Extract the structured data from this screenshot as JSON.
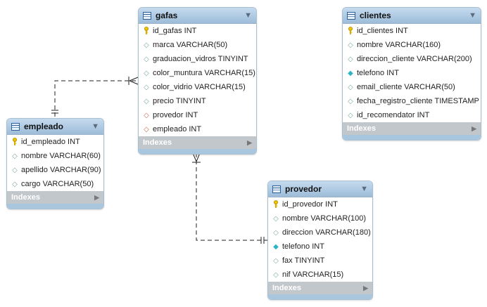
{
  "tables": {
    "gafas": {
      "name": "gafas",
      "indexes_label": "Indexes",
      "columns": [
        {
          "text": "id_gafas INT",
          "icon": "primary-key-icon"
        },
        {
          "text": "marca VARCHAR(50)",
          "icon": "column-diamond-icon"
        },
        {
          "text": "graduacion_vidros TINYINT",
          "icon": "column-diamond-icon"
        },
        {
          "text": "color_muntura VARCHAR(15)",
          "icon": "column-diamond-icon"
        },
        {
          "text": "color_vidrio VARCHAR(15)",
          "icon": "column-diamond-icon"
        },
        {
          "text": "precio TINYINT",
          "icon": "column-diamond-icon"
        },
        {
          "text": "provedor INT",
          "icon": "foreign-key-diamond-icon"
        },
        {
          "text": "empleado INT",
          "icon": "foreign-key-diamond-icon"
        }
      ]
    },
    "clientes": {
      "name": "clientes",
      "indexes_label": "Indexes",
      "columns": [
        {
          "text": "id_clientes INT",
          "icon": "primary-key-icon"
        },
        {
          "text": "nombre VARCHAR(160)",
          "icon": "column-diamond-icon"
        },
        {
          "text": "direccion_cliente VARCHAR(200)",
          "icon": "column-diamond-icon"
        },
        {
          "text": "telefono INT",
          "icon": "not-null-diamond-icon"
        },
        {
          "text": "email_cliente VARCHAR(50)",
          "icon": "column-diamond-icon"
        },
        {
          "text": "fecha_registro_cliente TIMESTAMP",
          "icon": "column-diamond-icon"
        },
        {
          "text": "id_recomendator INT",
          "icon": "column-diamond-icon"
        }
      ]
    },
    "empleado": {
      "name": "empleado",
      "indexes_label": "Indexes",
      "columns": [
        {
          "text": "id_empleado INT",
          "icon": "primary-key-icon"
        },
        {
          "text": "nombre VARCHAR(60)",
          "icon": "column-diamond-icon"
        },
        {
          "text": "apellido VARCHAR(90)",
          "icon": "column-diamond-icon"
        },
        {
          "text": "cargo VARCHAR(50)",
          "icon": "column-diamond-icon"
        }
      ]
    },
    "provedor": {
      "name": "provedor",
      "indexes_label": "Indexes",
      "columns": [
        {
          "text": "id_provedor INT",
          "icon": "primary-key-icon"
        },
        {
          "text": "nombre VARCHAR(100)",
          "icon": "column-diamond-icon"
        },
        {
          "text": "direccion VARCHAR(180)",
          "icon": "column-diamond-icon"
        },
        {
          "text": "telefono INT",
          "icon": "not-null-diamond-icon"
        },
        {
          "text": "fax TINYINT",
          "icon": "column-diamond-icon"
        },
        {
          "text": "nif VARCHAR(15)",
          "icon": "column-diamond-icon"
        }
      ]
    }
  },
  "relationships": [
    {
      "from": "empleado",
      "to": "gafas",
      "from_end": "one-and-only-one",
      "to_end": "one-or-many"
    },
    {
      "from": "provedor",
      "to": "gafas",
      "from_end": "one-and-only-one",
      "to_end": "one-or-many"
    }
  ]
}
